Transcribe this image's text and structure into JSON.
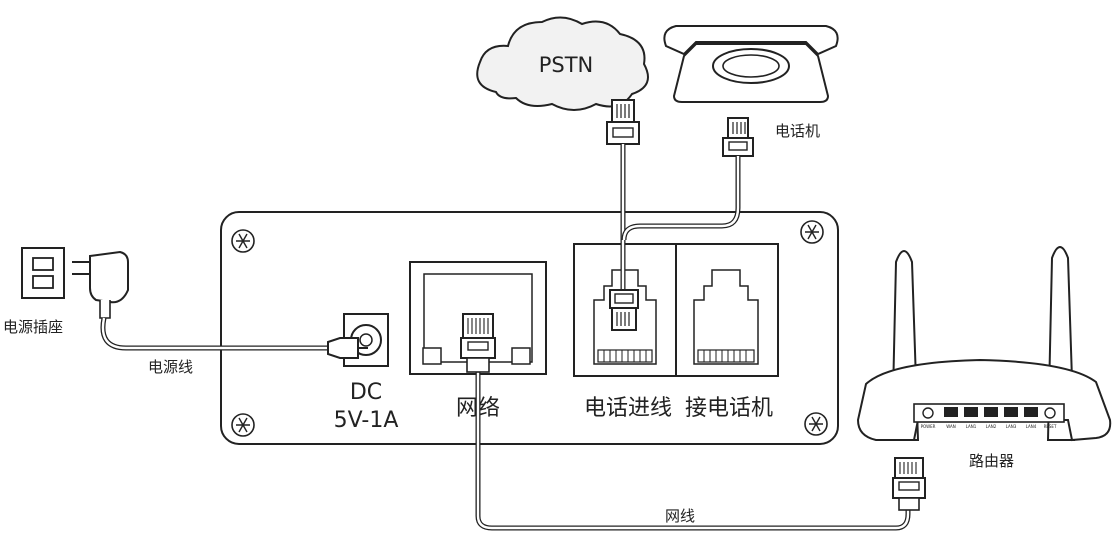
{
  "device": {
    "ports": {
      "dc_label": "DC",
      "dc_rating": "5V-1A",
      "network_label": "网络",
      "line_in_label": "电话进线",
      "phone_out_label": "接电话机"
    }
  },
  "peripherals": {
    "power_outlet_label": "电源插座",
    "power_cable_label": "电源线",
    "pstn_label": "PSTN",
    "telephone_label": "电话机",
    "router_label": "路由器",
    "network_cable_label": "网线",
    "router_ports": [
      "POWER",
      "WAN",
      "LAN1",
      "LAN2",
      "LAN3",
      "LAN4",
      "RESET"
    ]
  },
  "colors": {
    "stroke": "#222222",
    "cloud_fill": "#f2f2f2"
  }
}
